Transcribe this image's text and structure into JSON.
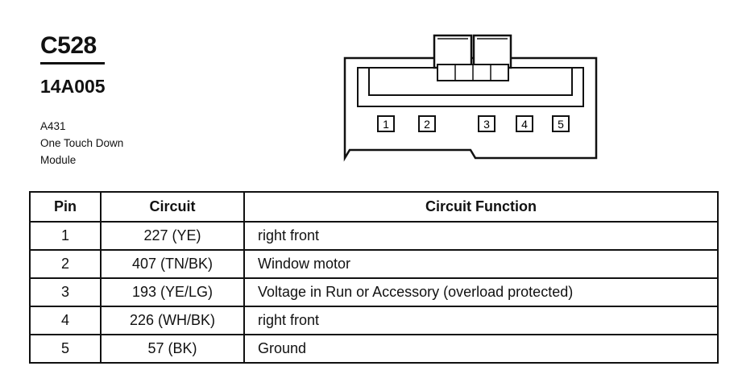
{
  "connector": {
    "id": "C528",
    "part_number": "14A005",
    "component_code": "A431",
    "component_name_line1": "One Touch Down",
    "component_name_line2": "Module",
    "pins": [
      "1",
      "2",
      "3",
      "4",
      "5"
    ]
  },
  "table": {
    "headers": {
      "pin": "Pin",
      "circuit": "Circuit",
      "function": "Circuit Function"
    },
    "rows": [
      {
        "pin": "1",
        "circuit": "227 (YE)",
        "function": "right front"
      },
      {
        "pin": "2",
        "circuit": "407 (TN/BK)",
        "function": "Window motor"
      },
      {
        "pin": "3",
        "circuit": "193 (YE/LG)",
        "function": "Voltage in Run or Accessory (overload protected)"
      },
      {
        "pin": "4",
        "circuit": "226 (WH/BK)",
        "function": "right front"
      },
      {
        "pin": "5",
        "circuit": "57 (BK)",
        "function": "Ground"
      }
    ]
  }
}
